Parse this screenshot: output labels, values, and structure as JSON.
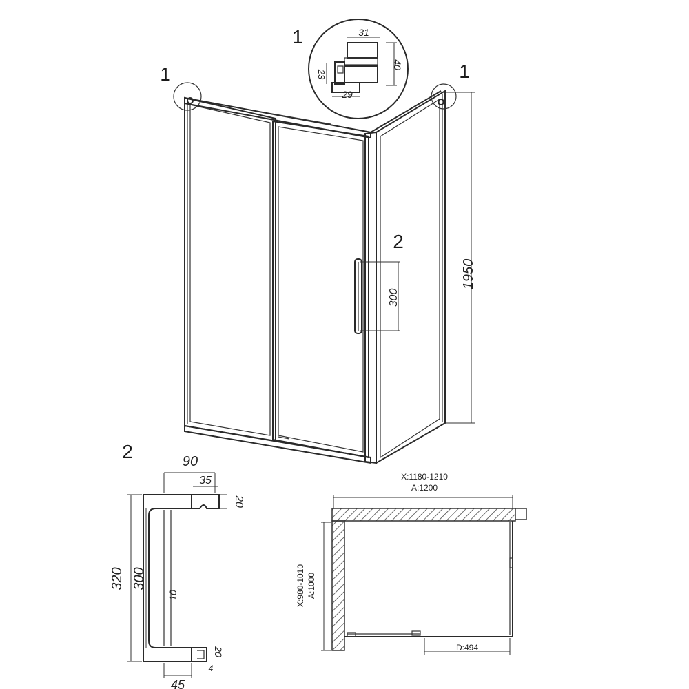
{
  "callouts": {
    "detail_1_top": "1",
    "detail_1_left": "1",
    "detail_1_right": "1",
    "detail_2_handle": "2",
    "detail_2_section": "2"
  },
  "profile_detail": {
    "width_top": "31",
    "height": "40",
    "inner_height": "23",
    "width_bottom": "29"
  },
  "enclosure": {
    "height": "1950",
    "handle_length": "300"
  },
  "handle_detail": {
    "depth_total": "90",
    "mount_width": "35",
    "mount_height_top": "20",
    "overall_height": "320",
    "grip_length": "300",
    "bar_diameter": "10",
    "mount_height_bottom": "20",
    "base_width": "45",
    "offset": "4"
  },
  "plan": {
    "width_range": "X:1180-1210",
    "width_nominal": "A:1200",
    "depth_range": "X:980-1010",
    "depth_nominal": "A:1000",
    "door_opening": "D:494"
  }
}
